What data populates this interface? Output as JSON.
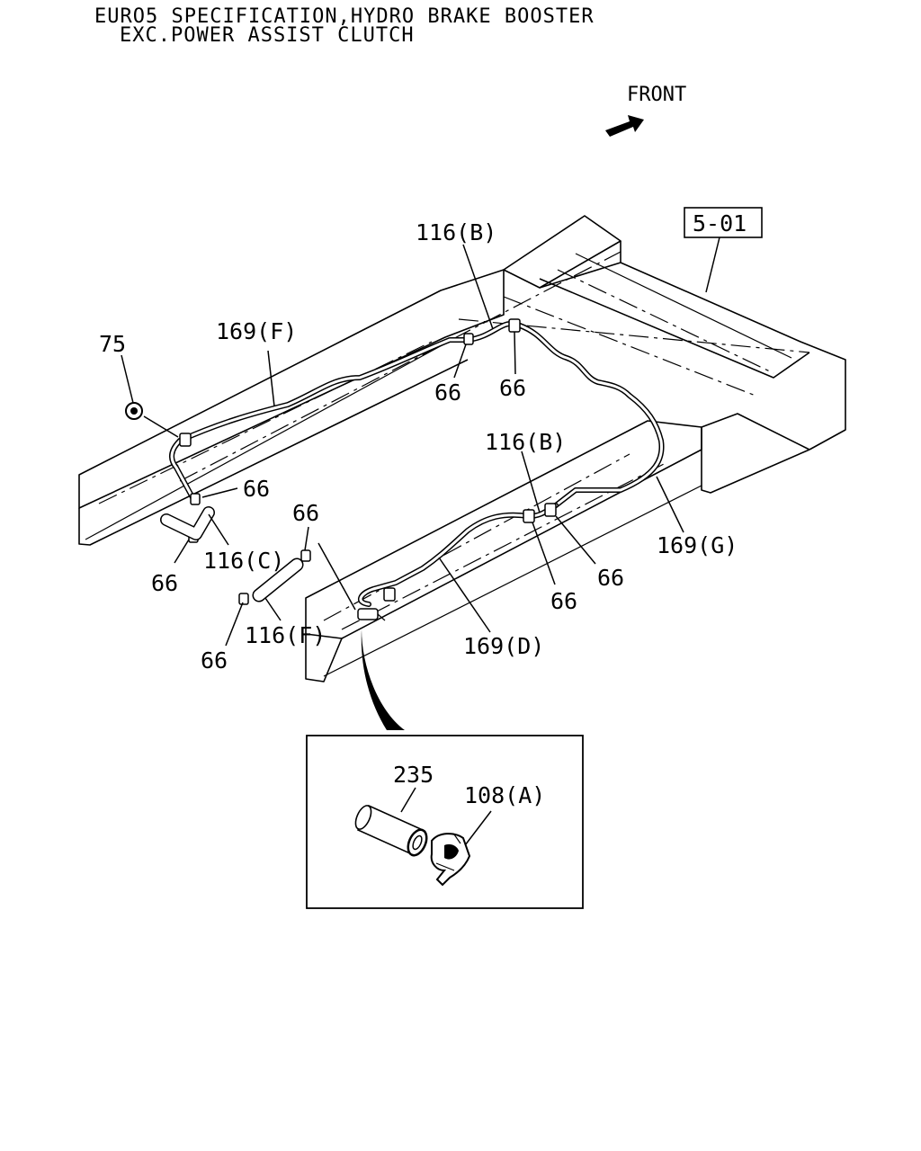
{
  "header": {
    "line1": "EURO5 SPECIFICATION,HYDRO BRAKE BOOSTER",
    "line2": "EXC.POWER ASSIST CLUTCH"
  },
  "direction": {
    "label": "FRONT",
    "icon": "arrow-icon"
  },
  "reference": {
    "label": "5-01"
  },
  "callouts": {
    "c75": "75",
    "c169f": "169(F)",
    "c116b_top": "116(B)",
    "c66_top_left": "66",
    "c66_top_right": "66",
    "c116b_mid": "116(B)",
    "c66_left_clip": "66",
    "c66_upper_hose": "66",
    "c116c": "116(C)",
    "c66_lower_left": "66",
    "c116f": "116(F)",
    "c66_bottom": "66",
    "c169g": "169(G)",
    "c66_mid_right": "66",
    "c66_mid_low": "66",
    "c169d": "169(D)"
  },
  "detail": {
    "c235": "235",
    "c108a": "108(A)"
  }
}
